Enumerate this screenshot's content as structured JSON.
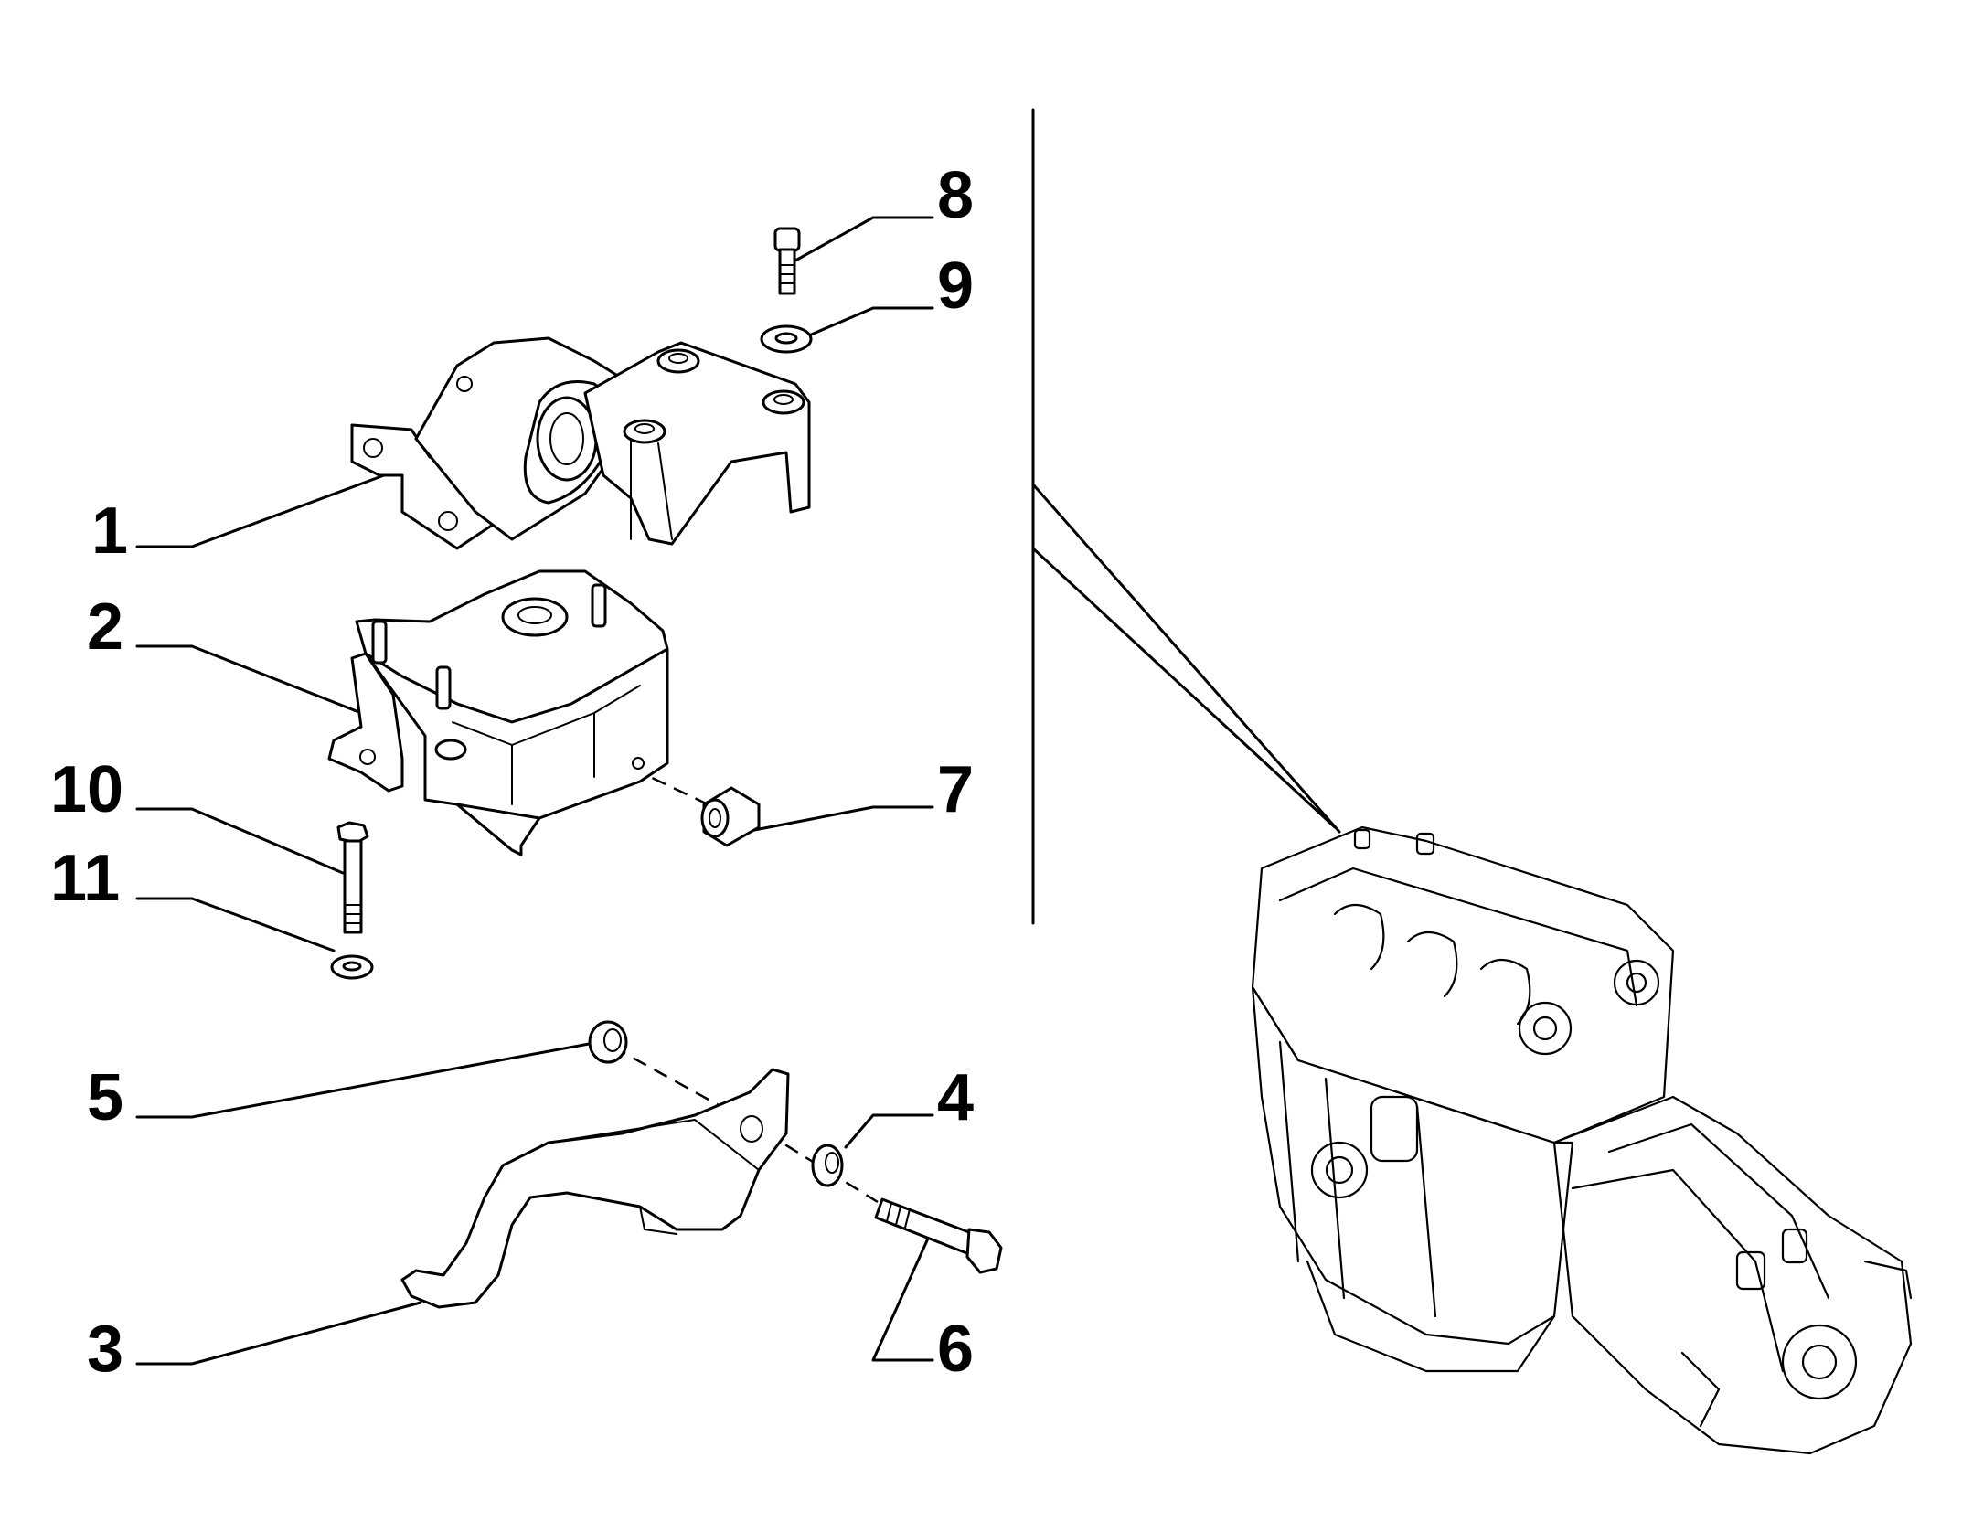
{
  "labels": {
    "p1": "1",
    "p2": "2",
    "p3": "3",
    "p4": "4",
    "p5": "5",
    "p6": "6",
    "p7": "7",
    "p8": "8",
    "p9": "9",
    "p10": "10",
    "p11": "11"
  },
  "colors": {
    "line": "#000000",
    "background": "#ffffff"
  }
}
